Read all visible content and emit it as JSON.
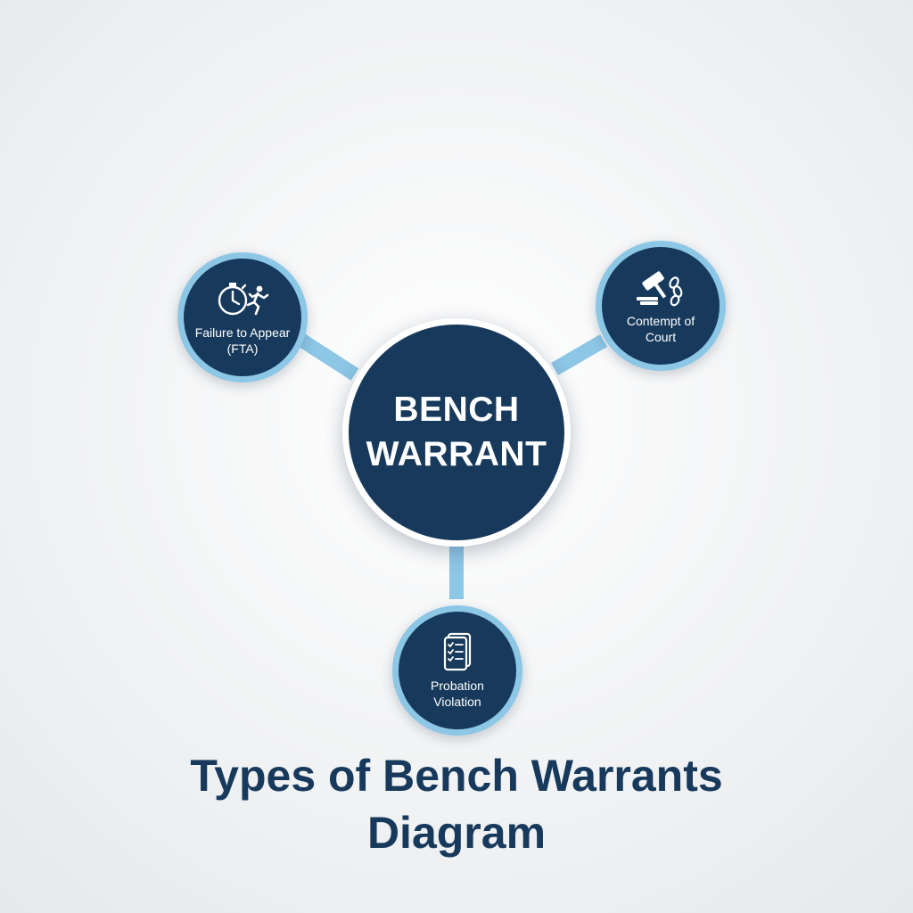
{
  "diagram": {
    "center": {
      "label_line1": "BENCH",
      "label_line2": "WARRANT"
    },
    "branches": [
      {
        "label_line1": "Failure to Appear",
        "label_line2": "(FTA)",
        "icon": "stopwatch-running-person-icon"
      },
      {
        "label_line1": "Contempt of",
        "label_line2": "Court",
        "icon": "gavel-chain-icon"
      },
      {
        "label_line1": "Probation",
        "label_line2": "Violation",
        "icon": "checklist-clipboard-icon"
      }
    ],
    "colors": {
      "node_fill": "#173a5c",
      "ring": "#8dc7e6",
      "connector": "#8dc7e6",
      "title": "#173a5c"
    }
  },
  "title": {
    "line1": "Types of Bench Warrants",
    "line2": "Diagram"
  }
}
